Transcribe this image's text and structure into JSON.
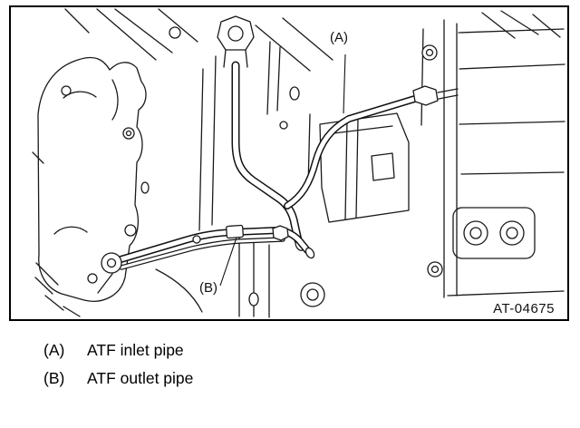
{
  "diagram": {
    "figure_code": "AT-04675",
    "callouts": {
      "a": "(A)",
      "b": "(B)"
    }
  },
  "legend": {
    "items": [
      {
        "key": "(A)",
        "label": "ATF inlet pipe"
      },
      {
        "key": "(B)",
        "label": "ATF outlet pipe"
      }
    ]
  }
}
